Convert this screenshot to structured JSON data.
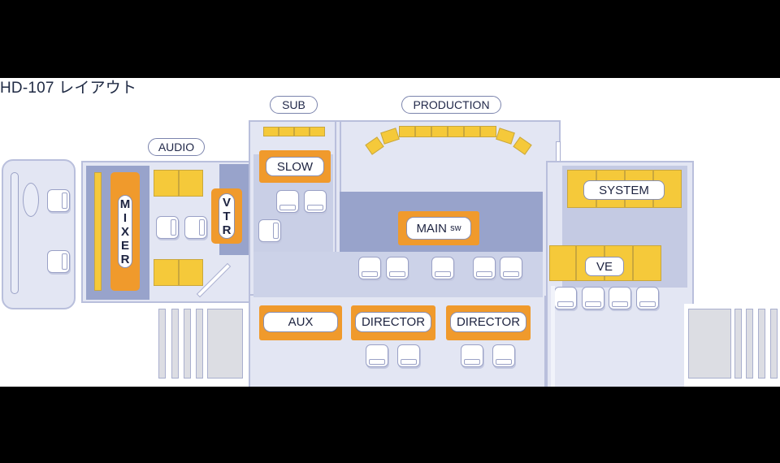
{
  "title": "HD-107 レイアウト",
  "areas": {
    "audio": "AUDIO",
    "sub": "SUB",
    "production": "PRODUCTION"
  },
  "equipment": {
    "mixer": [
      "M",
      "I",
      "X",
      "E",
      "R"
    ],
    "vtr": [
      "V",
      "T",
      "R"
    ],
    "slow": "SLOW",
    "main_sw": "MAIN",
    "main_sw_suffix": "sw",
    "aux": "AUX",
    "director_1": "DIRECTOR",
    "director_2": "DIRECTOR",
    "system": "SYSTEM",
    "ve": "VE"
  },
  "colors": {
    "console_orange": "#f09a2c",
    "monitor_yellow": "#f5c93a",
    "floor": "#e3e6f3",
    "desk_blue": "#98a3cb"
  }
}
